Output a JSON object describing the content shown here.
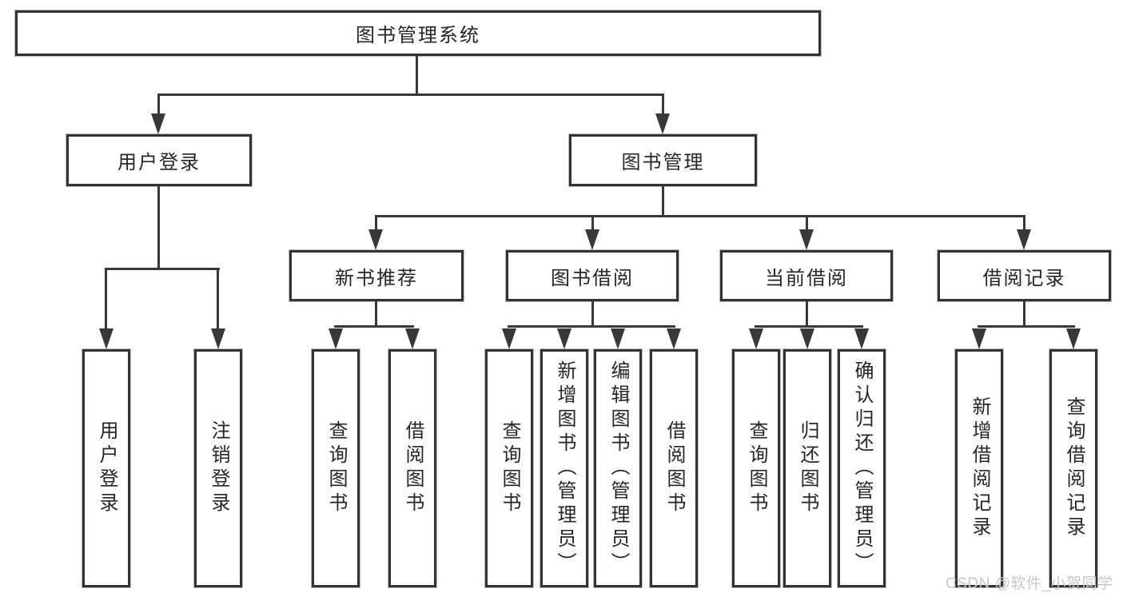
{
  "diagram": {
    "title": "图书管理系统",
    "branches": [
      {
        "label": "用户登录",
        "children": [
          {
            "label": "用户登录"
          },
          {
            "label": "注销登录"
          }
        ]
      },
      {
        "label": "图书管理",
        "modules": [
          {
            "label": "新书推荐",
            "children": [
              {
                "label": "查询图书"
              },
              {
                "label": "借阅图书"
              }
            ]
          },
          {
            "label": "图书借阅",
            "children": [
              {
                "label": "查询图书"
              },
              {
                "label": "新增图书（管理员）"
              },
              {
                "label": "编辑图书（管理员）"
              },
              {
                "label": "借阅图书"
              }
            ]
          },
          {
            "label": "当前借阅",
            "children": [
              {
                "label": "查询图书"
              },
              {
                "label": "归还图书"
              },
              {
                "label": "确认归还（管理员）"
              }
            ]
          },
          {
            "label": "借阅记录",
            "children": [
              {
                "label": "新增借阅记录"
              },
              {
                "label": "查询借阅记录"
              }
            ]
          }
        ]
      }
    ]
  },
  "watermark": "CSDN @软件_小贺同学",
  "colors": {
    "background": "#ffffff",
    "line": "#383838",
    "box_border": "#333333",
    "text": "#262626",
    "watermark": "#c8c8c8"
  }
}
